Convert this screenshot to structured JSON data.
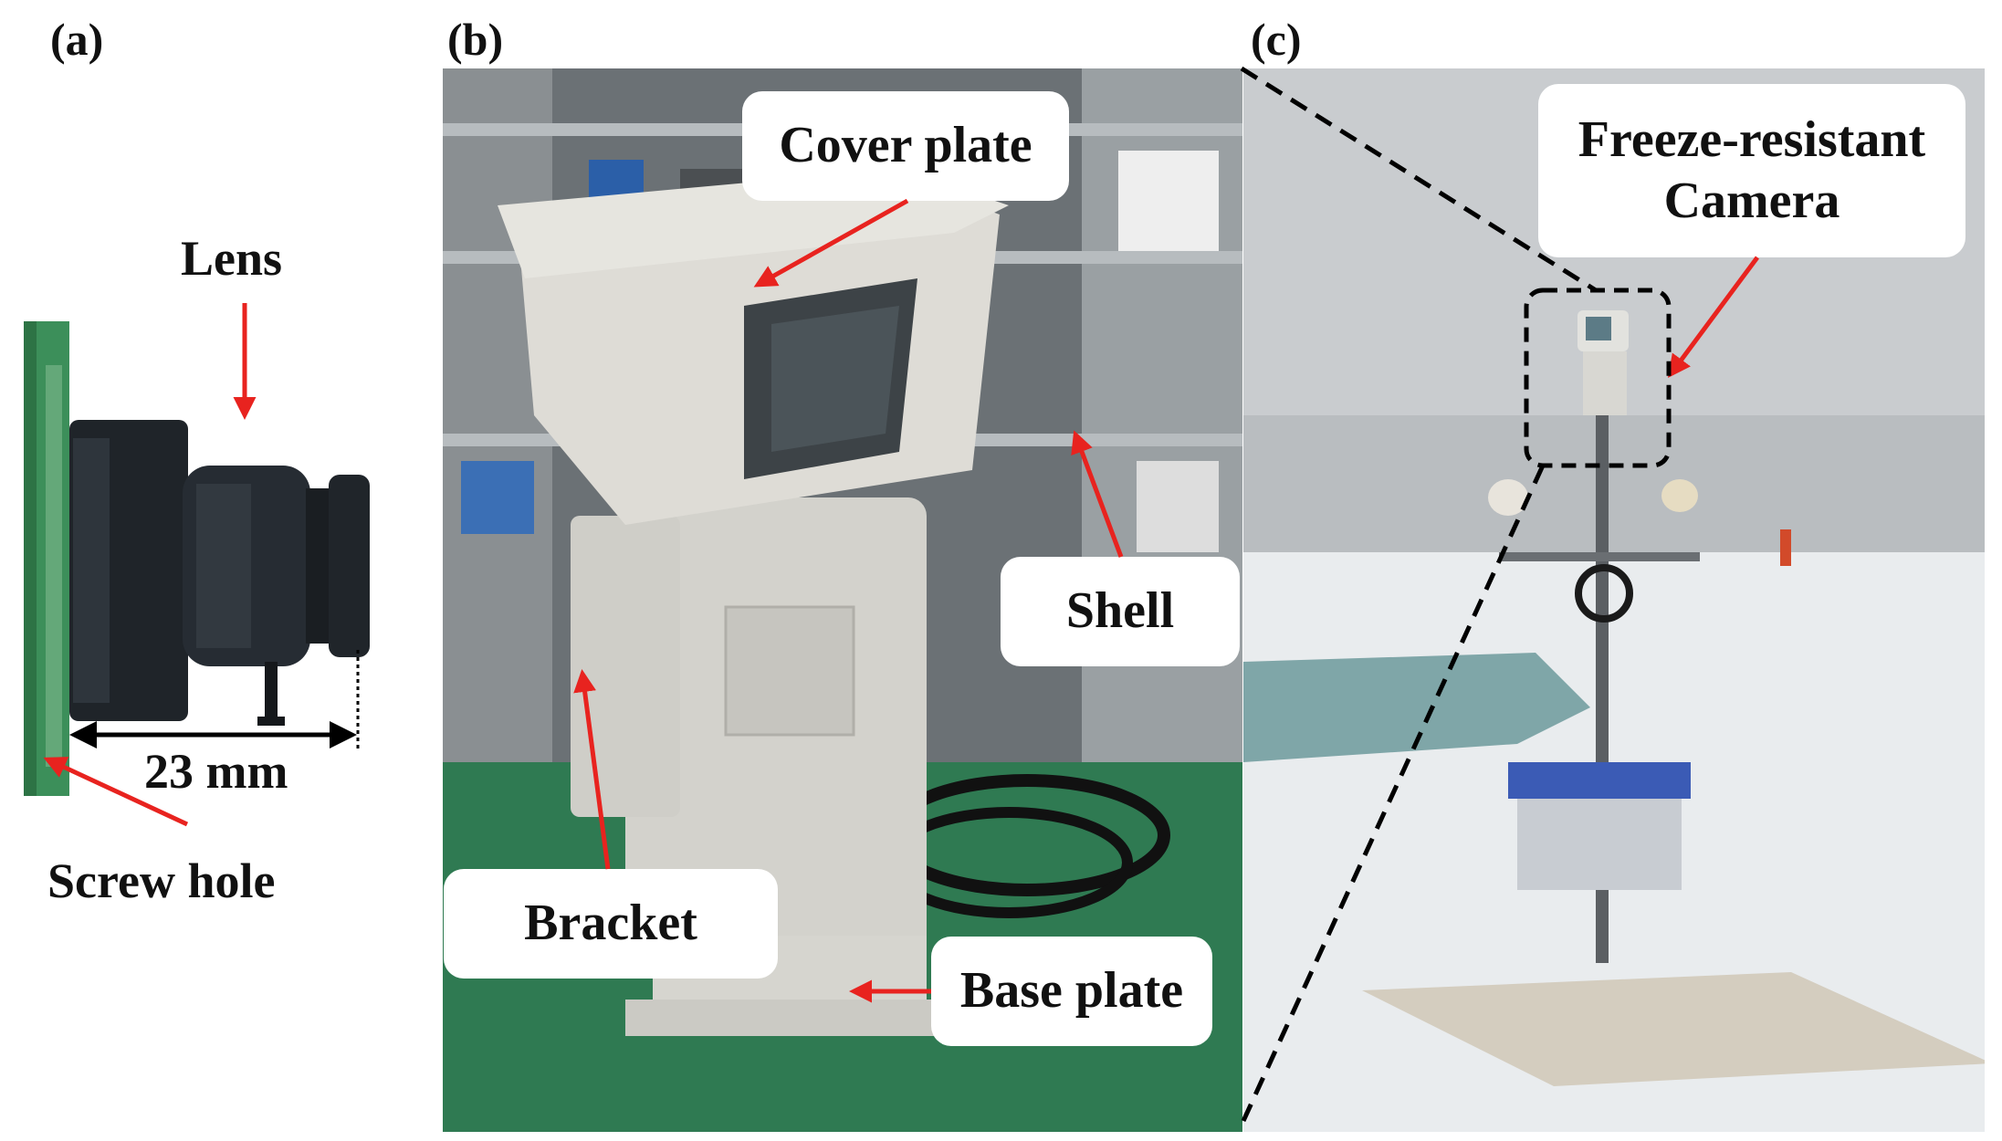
{
  "panels": {
    "a": {
      "label": "(a)",
      "lens_label": "Lens",
      "dimension_label": "23 mm",
      "screw_label": "Screw hole"
    },
    "b": {
      "label": "(b)",
      "cover_plate": "Cover plate",
      "shell": "Shell",
      "bracket": "Bracket",
      "base_plate": "Base plate"
    },
    "c": {
      "label": "(c)",
      "camera_line1": "Freeze-resistant",
      "camera_line2": "Camera"
    }
  },
  "colors": {
    "arrow": "#e8231f",
    "floor_green": "#2f7a52",
    "housing": "#d9d8d2",
    "sky": "#c9cccf",
    "ice": "#e9ecee",
    "pcb_green": "#3c8f5a"
  }
}
